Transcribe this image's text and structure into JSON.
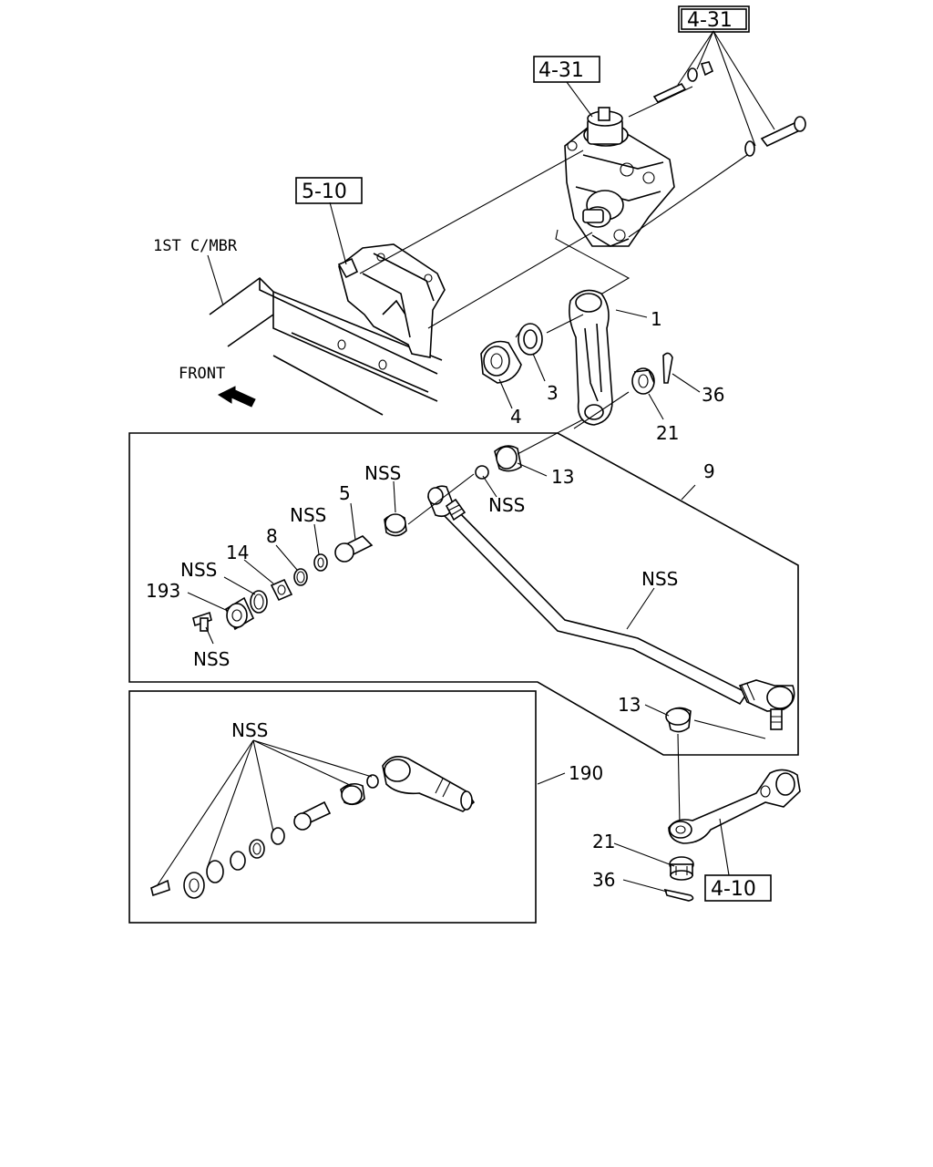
{
  "labels": {
    "front": "FRONT",
    "crossmember": "1ST C/MBR",
    "nss": "NSS",
    "ref_4_31_top": "4-31",
    "ref_4_31": "4-31",
    "ref_5_10": "5-10",
    "ref_4_10": "4-10",
    "part_1": "1",
    "part_3": "3",
    "part_4": "4",
    "part_5": "5",
    "part_8": "8",
    "part_9": "9",
    "part_13": "13",
    "part_14": "14",
    "part_21": "21",
    "part_36": "36",
    "part_190": "190",
    "part_193": "193"
  }
}
